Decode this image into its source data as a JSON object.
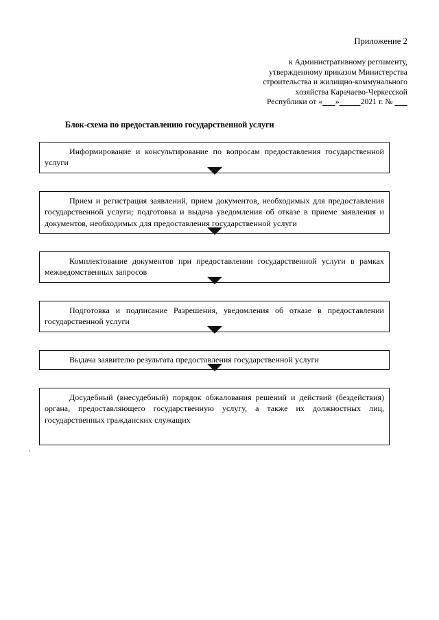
{
  "document": {
    "header": {
      "appendix_label": "Приложение 2",
      "reference_lines": [
        "к Административному регламенту,",
        "утвержденному приказом Министерства",
        "строительства и жилищно-коммунального",
        "хозяйства Карачаево-Черкесской"
      ],
      "date_line": {
        "prefix": "Республики от «",
        "blank_day": "___",
        "mid": "»",
        "blank_month": "_____",
        "year": "2021 г. № ",
        "blank_number": "___"
      }
    },
    "title": "Блок-схема по предоставлению государственной услуги",
    "flowchart": {
      "type": "vertical-flow",
      "connector": "down-arrow",
      "steps": [
        {
          "index": 1,
          "text": "Информирование и консультирование по вопросам предоставления государственной услуги"
        },
        {
          "index": 2,
          "text": "Прием и регистрация заявлений, прием документов, необходимых для предоставления государственной услуги; подготовка и выдача уведомления об отказе в приеме заявления и документов, необходимых для предоставления государственной услуги"
        },
        {
          "index": 3,
          "text": "Комплектование документов при предоставлении государственной услуги в рамках межведомственных запросов"
        },
        {
          "index": 4,
          "text": "Подготовка и подписание Разрешения, уведомления об отказе в предоставлении государственной услуги"
        },
        {
          "index": 5,
          "text": "Выдача заявителю результата предоставления государственной услуги"
        },
        {
          "index": 6,
          "text": "Досудебный (внесудебный) порядок обжалования решений и действий (бездействия) органа, предоставляющего государственную услугу, а также их должностных лиц, государственных гражданских служащих"
        }
      ]
    },
    "colors": {
      "text": "#000000",
      "border": "#0a0a0a",
      "arrow": "#111111",
      "background": "#ffffff"
    }
  }
}
